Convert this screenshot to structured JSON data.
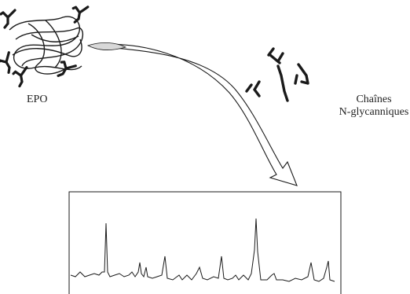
{
  "labels": {
    "epo": "EPO",
    "glycans_line1": "Chaînes",
    "glycans_line2": "N-glycanniques"
  },
  "colors": {
    "ink": "#1a1a1a",
    "arrow_fill": "#d8d8d8"
  },
  "icons": {
    "protein": "epo-protein-icon",
    "glycan": "n-glycan-chain-icon",
    "arrow": "curved-arrow-icon",
    "chromatogram": "chromatogram-trace"
  },
  "chromatogram": {
    "peak_count": 13
  }
}
